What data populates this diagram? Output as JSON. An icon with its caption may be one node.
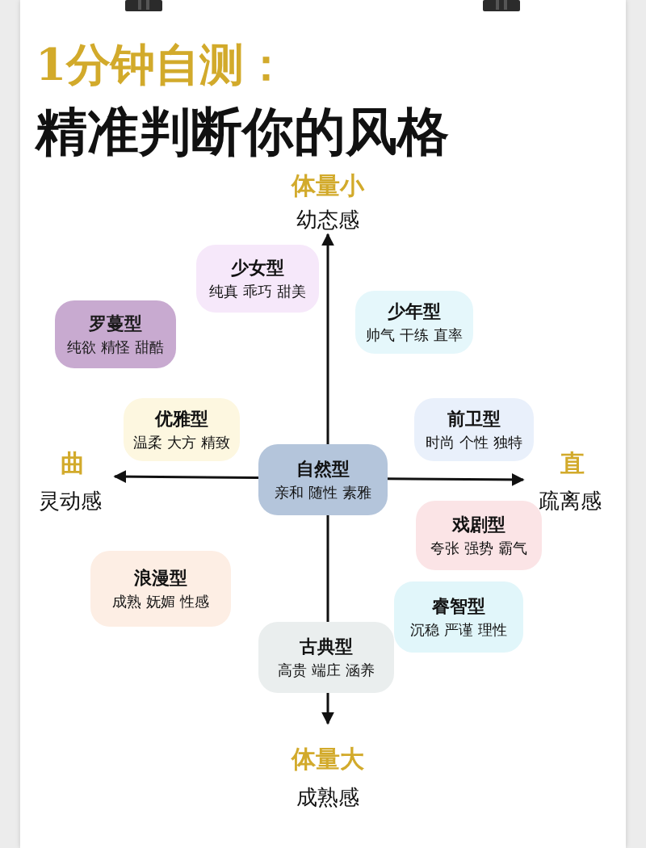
{
  "diagram": {
    "title": "1分钟自测：",
    "nodes": [
      {
        "text": [
          "少女型",
          "纯真 乖巧 甜美"
        ]
      },
      {
        "text": [
          "少年型",
          "帅气 干练 直率"
        ]
      },
      {
        "text": [
          "罗蔓型",
          "纯欲 精怪 甜酷"
        ]
      },
      {
        "text": [
          "优雅型",
          "温柔 大方 精致"
        ]
      },
      {
        "text": [
          "前卫型",
          "时尚 个性 独特"
        ]
      },
      {
        "text": [
          "自然型",
          "亲和 随性 素雅"
        ]
      },
      {
        "text": [
          "戏剧型",
          "夸张 强势 霸气"
        ]
      },
      {
        "text": [
          "浪漫型",
          "成熟 妩媚 性感"
        ]
      },
      {
        "text": [
          "睿智型",
          "沉稳 严谨 理性"
        ]
      },
      {
        "text": [
          "古典型",
          "高贵 端庄 涵养"
        ]
      }
    ],
    "labels": [
      "精准判断你的风格",
      "体量小",
      "幼态感",
      "曲",
      "直",
      "灵动感",
      "疏离感",
      "体量大",
      "成熟感"
    ]
  }
}
